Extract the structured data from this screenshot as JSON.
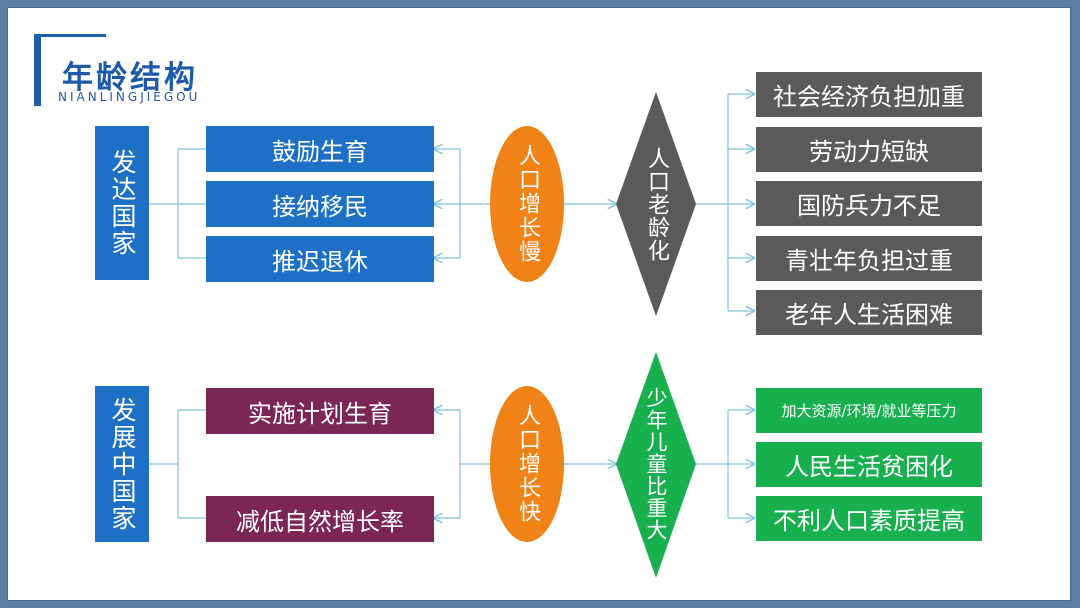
{
  "header": {
    "title": "年龄结构",
    "subtitle": "NIANLINGJIEGOU"
  },
  "developed": {
    "label": "发达国家",
    "measures": [
      "鼓励生育",
      "接纳移民",
      "推迟退休"
    ],
    "growth": "人口增长慢",
    "outcome": "人口老龄化",
    "problems": [
      "社会经济负担加重",
      "劳动力短缺",
      "国防兵力不足",
      "青壮年负担过重",
      "老年人生活困难"
    ]
  },
  "developing": {
    "label": "发展中国家",
    "measures": [
      "实施计划生育",
      "减低自然增长率"
    ],
    "growth": "人口增长快",
    "outcome": "少年儿童比重大",
    "problems": [
      "加大资源/环境/就业等压力",
      "人民生活贫困化",
      "不利人口素质提高"
    ]
  },
  "colors": {
    "blue": "#1d70c6",
    "purple": "#7b2655",
    "orange": "#f08217",
    "gray": "#5a5a5a",
    "green": "#18b04e",
    "connector": "#7fc4e0"
  }
}
